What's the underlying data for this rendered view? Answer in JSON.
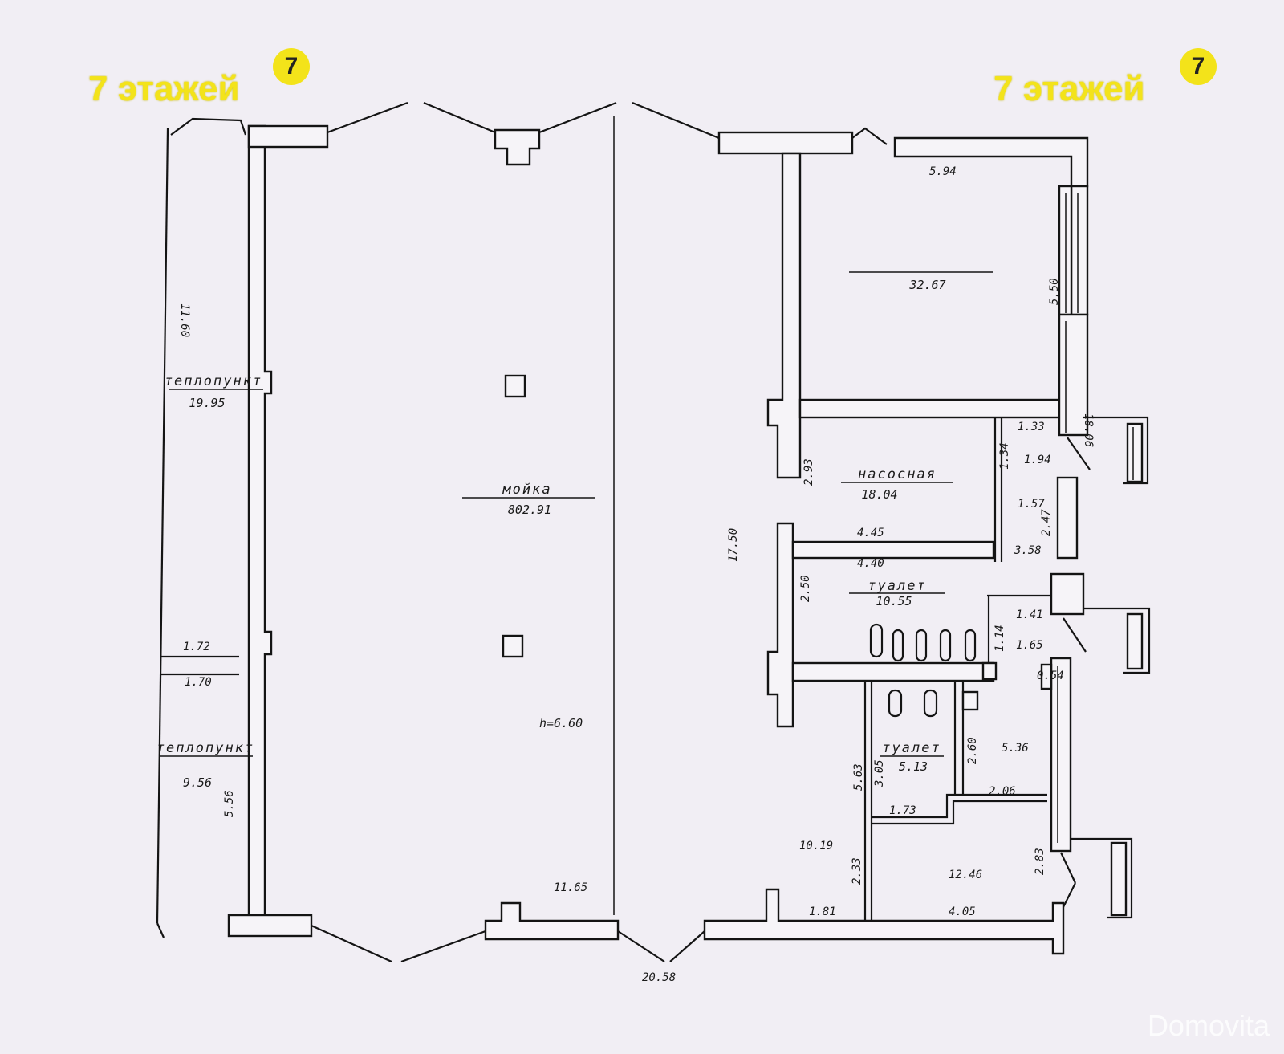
{
  "watermark": {
    "left_text": "7 этажей",
    "right_text": "7 этажей",
    "logo_glyph": "7",
    "corner_text": "Domovita"
  },
  "rooms": {
    "main_hall": {
      "name": "мойка",
      "area": "802.91"
    },
    "heat_unit_top": {
      "name": "теплопункт",
      "area": "19.95"
    },
    "heat_unit_bottom": {
      "name": "теплопункт",
      "area": "9.56"
    },
    "office": {
      "name": "",
      "area": "32.67"
    },
    "pump_room": {
      "name": "насосная",
      "area": "18.04"
    },
    "toilet_1": {
      "name": "туалет",
      "area": "10.55"
    },
    "toilet_2": {
      "name": "туалет",
      "area": "5.13"
    }
  },
  "dimensions": {
    "left_strip_height": "11.60",
    "passage_top": "1.72",
    "passage_bottom": "1.70",
    "left_bottom_side": "5.56",
    "ceiling_height": "h=6.60",
    "hall_bottom_width": "11.65",
    "total_width": "20.58",
    "hall_right_height": "17.50",
    "office_top_width": "5.94",
    "office_right_height": "5.50",
    "right_outer_height": "18.06",
    "pump_left_height": "2.93",
    "pump_wall_top": "4.45",
    "pump_wall_bottom": "4.40",
    "small_1_width": "1.33",
    "small_1_height": "1.34",
    "small_1_area": "1.94",
    "small_2_width": "1.57",
    "small_2_height": "2.47",
    "small_2_area": "3.58",
    "toilet_left_height": "2.50",
    "small_3_width": "1.41",
    "small_3_height": "1.14",
    "small_3_area": "1.65",
    "small_4": "0.54",
    "toilet2_height_a": "5.63",
    "toilet2_height_b": "3.05",
    "toilet2_height_c": "2.60",
    "small_5_area": "5.36",
    "toilet2_bottom": "1.73",
    "step_width": "2.06",
    "area_lower_left": "10.19",
    "lower_height": "2.33",
    "area_lower_right": "12.46",
    "lower_right_height": "2.83",
    "bottom_small": "1.81",
    "bottom_right": "4.05"
  },
  "icons": {
    "logo": "seven-logo-icon"
  }
}
